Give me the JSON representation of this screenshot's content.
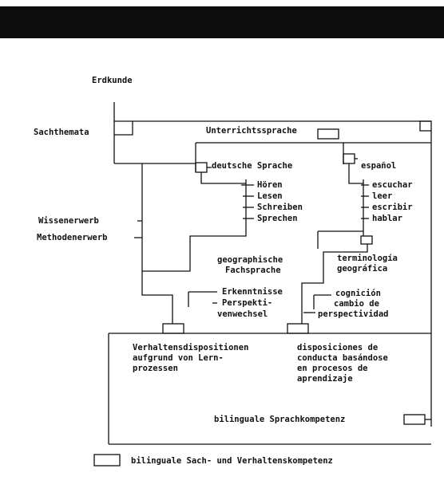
{
  "diagram": {
    "root": "Erdkunde",
    "sachthemata": "Sachthemata",
    "unterrichtssprache": "Unterrichtssprache",
    "deutsche_sprache": "deutsche Sprache",
    "espanol": "español",
    "de_skills": [
      "Hören",
      "Lesen",
      "Schreiben",
      "Sprechen"
    ],
    "es_skills": [
      "escuchar",
      "leer",
      "escribir",
      "hablar"
    ],
    "wissenserwerb": "Wissenerwerb",
    "methodenerwerb": "Methodenerwerb",
    "geo_fach_de_1": "geographische",
    "geo_fach_de_2": "Fachsprache",
    "geo_fach_es_1": "terminología",
    "geo_fach_es_2": "geográfica",
    "erkenntnisse": "Erkenntnisse",
    "perspekt_1": "Perspekti-",
    "perspekt_2": "venwechsel",
    "cognicion": "cognición",
    "cambio_1": "cambio de",
    "cambio_2": "perspectividad",
    "verhalten_de": [
      "Verhaltensdispositionen",
      "aufgrund von Lern-",
      "prozessen"
    ],
    "verhalten_es": [
      "disposiciones de",
      "conducta basándose",
      "en procesos de",
      "aprendizaje"
    ],
    "bilingual_sprach": "bilinguale Sprachkompetenz",
    "bilingual_sach": "bilinguale Sach- und Verhaltenskompetenz"
  }
}
